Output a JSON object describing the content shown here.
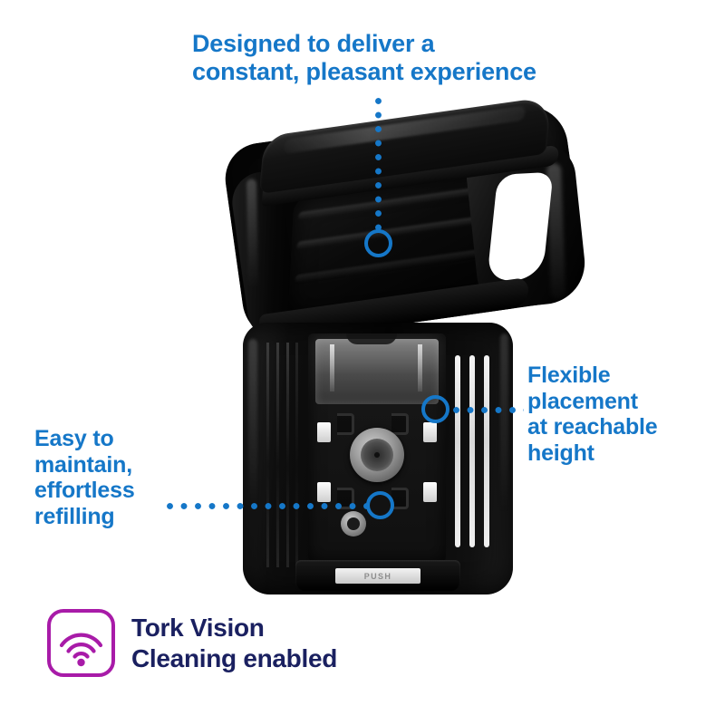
{
  "page": {
    "background_color": "#ffffff",
    "accent_blue": "#1577C8",
    "badge_magenta": "#A81BA8",
    "badge_navy": "#1A2060"
  },
  "callouts": [
    {
      "id": "top",
      "text": "Designed to deliver a\nconstant, pleasant experience",
      "color": "#1577C8",
      "connector": "dotted-vertical",
      "marker": "ring"
    },
    {
      "id": "right",
      "text": "Flexible\nplacement\nat reachable\nheight",
      "color": "#1577C8",
      "connector": "dotted-horizontal",
      "marker": "ring"
    },
    {
      "id": "left",
      "text": "Easy to\nmaintain,\neffortless\nrefilling",
      "color": "#1577C8",
      "connector": "dotted-horizontal",
      "marker": "ring"
    }
  ],
  "product": {
    "name": "black-soap-dispenser",
    "description": "Black Tork dispenser shown open with lid raised",
    "push_label": "PUSH"
  },
  "badge": {
    "icon_name": "wifi-signal-icon",
    "icon_border_color": "#A81BA8",
    "text": "Tork Vision\nCleaning enabled",
    "text_color": "#1A2060"
  }
}
